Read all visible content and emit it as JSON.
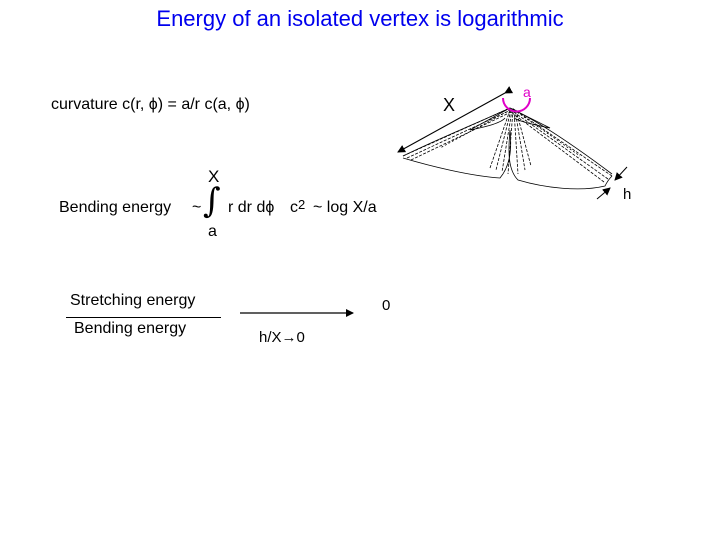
{
  "slide": {
    "title": "Energy of an isolated vertex is logarithmic"
  },
  "equations": {
    "curvature": "curvature c(r, ϕ) = a/r c(a, ϕ)",
    "bending_label": "Bending energy",
    "tilde": "~",
    "integral_sign": "∫",
    "upper_limit": "X",
    "lower_limit": "a",
    "integrand": "r dr dϕ",
    "c_base": "c",
    "c_exponent": "2",
    "result": "~ log X/a"
  },
  "ratio": {
    "numerator": "Stretching energy",
    "denominator": "Bending energy",
    "limit_label": "h/X→0",
    "result": "0"
  },
  "diagram": {
    "label_a": "a",
    "label_x": "X",
    "label_h": "h",
    "arc_color": "#e000c8"
  }
}
